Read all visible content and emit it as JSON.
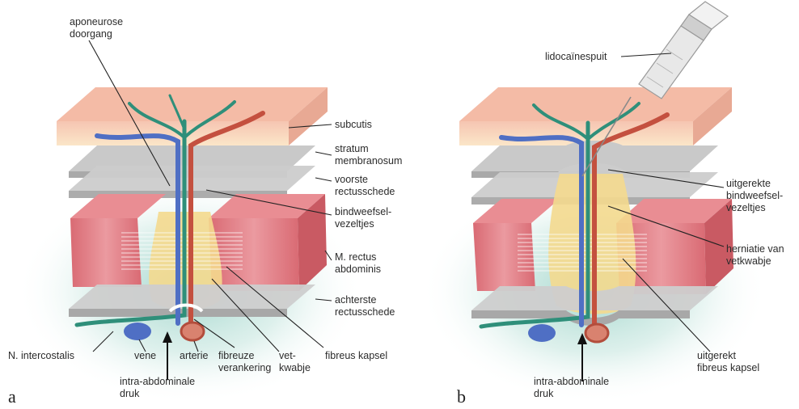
{
  "panels": {
    "a": {
      "letter": "a",
      "labels": {
        "aponeurose": [
          "aponeurose",
          "doorgang"
        ],
        "subcutis": [
          "subcutis"
        ],
        "stratum": [
          "stratum",
          "membranosum"
        ],
        "voorste": [
          "voorste",
          "rectusschede"
        ],
        "bindweefsel": [
          "bindweefsel-",
          "vezeltjes"
        ],
        "rectus": [
          "M. rectus",
          "abdominis"
        ],
        "achterste": [
          "achterste",
          "rectusschede"
        ],
        "nervus": [
          "N. intercostalis"
        ],
        "vene": [
          "vene"
        ],
        "arterie": [
          "arterie"
        ],
        "fibreuze": [
          "fibreuze",
          "verankering"
        ],
        "vetkwabje": [
          "vet-",
          "kwabje"
        ],
        "fibreus_kapsel": [
          "fibreus kapsel"
        ],
        "druk": [
          "intra-abdominale",
          "druk"
        ]
      }
    },
    "b": {
      "letter": "b",
      "labels": {
        "spuit": [
          "lidocaïnespuit"
        ],
        "uitgerekte": [
          "uitgerekte",
          "bindweefsel-",
          "vezeltjes"
        ],
        "herniatie": [
          "herniatie van",
          "vetkwabje"
        ],
        "uitgerekt_kapsel": [
          "uitgerekt",
          "fibreus kapsel"
        ],
        "druk": [
          "intra-abdominale",
          "druk"
        ]
      }
    }
  },
  "colors": {
    "subcutis": "#f2b8a4",
    "fascia": "#bfbfbf",
    "muscle": "#e07f86",
    "fat": "#f3d98c",
    "nerve": "#2f8f7a",
    "vein": "#4f6fc4",
    "artery": "#c4503f",
    "glow": "#bfe3dc"
  }
}
